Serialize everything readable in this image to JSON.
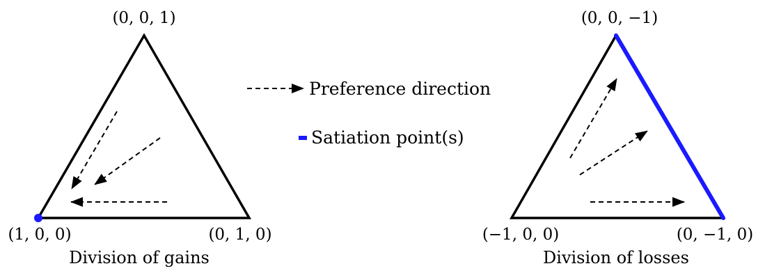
{
  "colors": {
    "stroke": "#000000",
    "satiation": "#1a1aff",
    "background": "#ffffff"
  },
  "gains_panel": {
    "top_label": "(0, 0, 1)",
    "left_label": "(1, 0, 0)",
    "right_label": "(0, 1, 0)",
    "caption": "Division of gains"
  },
  "losses_panel": {
    "top_label": "(0, 0, −1)",
    "left_label": "(−1, 0, 0)",
    "right_label": "(0, −1, 0)",
    "caption": "Division of losses"
  },
  "legend": {
    "preference_label": "Preference direction",
    "satiation_label": "Satiation point(s)"
  }
}
